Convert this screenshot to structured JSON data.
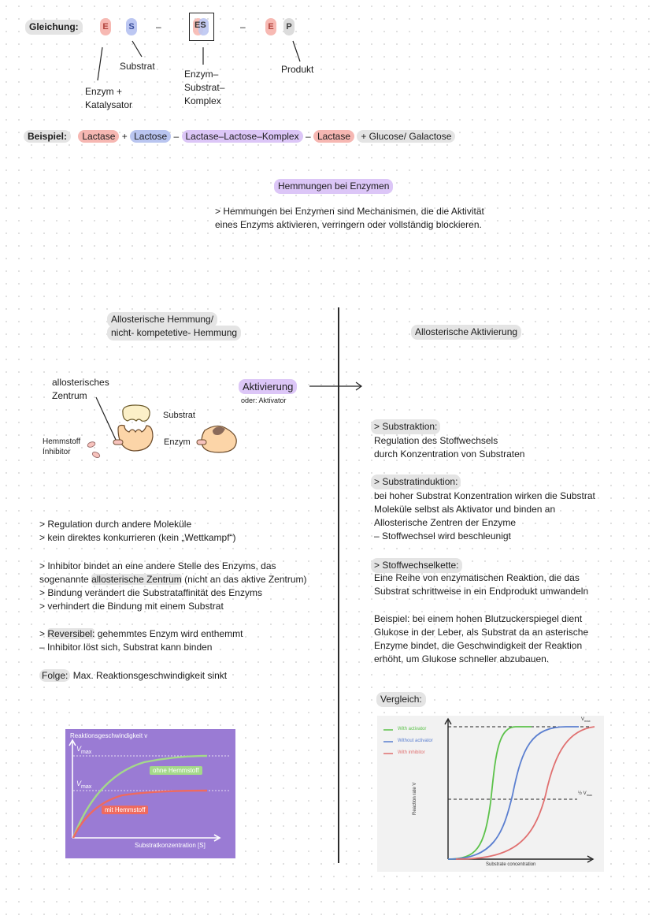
{
  "equation": {
    "label": "Gleichung:",
    "pills": [
      "E",
      "S",
      "ES",
      "E",
      "P"
    ],
    "dash": "–",
    "labels": {
      "substrat": "Substrat",
      "enzym": [
        "Enzym +",
        "Katalysator"
      ],
      "komplex": [
        "Enzym–",
        "Substrat–",
        "Komplex"
      ],
      "produkt": "Produkt"
    }
  },
  "beispiel": {
    "label": "Beispiel:",
    "lactase": "Lactase",
    "plus": "+",
    "lactose": "Lactose",
    "dash": "–",
    "komplex": "Lactase–Lactose–Komplex",
    "produkt": "+ Glucose/ Galactose"
  },
  "hemmungen": {
    "title": "Hemmungen bei Enzymen",
    "lines": [
      "> Hemmungen bei Enzymen sind Mechanismen, die die Aktivität",
      "eines Enzyms aktivieren, verringern oder vollständig blockieren."
    ]
  },
  "left": {
    "title": [
      "Allosterische Hemmung/",
      "nicht- kompetetive- Hemmung"
    ],
    "diagram": {
      "allosterisch": [
        "allosterisches",
        "Zentrum"
      ],
      "substrat": "Substrat",
      "enzym": "Enzym",
      "hemmstoff": [
        "Hemmstoff",
        "Inhibitor"
      ]
    },
    "aktivierung": "Aktivierung",
    "aktivierung_sub": "oder: Aktivator",
    "points1": [
      "> Regulation durch andere Moleküle",
      "> kein direktes konkurrieren (kein „Wettkampf“)"
    ],
    "points2_a": "> Inhibitor bindet an eine andere Stelle des Enzyms, das",
    "points2_b_pre": "sogenannte ",
    "points2_b_hl": "allosterische Zentrum",
    "points2_b_post": " (nicht an das aktive Zentrum)",
    "points2_rest": [
      "> Bindung verändert die Substrataffinität des Enzyms",
      "> verhindert die Bindung mit einem Substrat"
    ],
    "reversibel_pre": "> ",
    "reversibel_hl": "Reversibel:",
    "reversibel_post": " gehemmtes Enzym wird enthemmt",
    "reversibel_line2": "– Inhibitor löst sich, Substrat kann binden",
    "folge_hl": "Folge:",
    "folge_text": " Max. Reaktionsgeschwindigkeit sinkt"
  },
  "chart1": {
    "ylabel": "Reaktionsgeschwindigkeit v",
    "xlabel": "Substratkonzentration [S]",
    "vmax": "V",
    "vmax_sub": "max",
    "label_ohne": "ohne Hemmstoff",
    "label_mit": "mit Hemmstoff",
    "bg": "#9a7bd4",
    "color_ohne": "#a4d98a",
    "color_mit": "#ef6a5f"
  },
  "right": {
    "title": "Allosterische Aktivierung",
    "s1_title": "> Substraktion:",
    "s1_lines": [
      "Regulation des Stoffwechsels",
      "durch Konzentration von Substraten"
    ],
    "s2_title": "> Substratinduktion:",
    "s2_lines": [
      "bei hoher Substrat Konzentration wirken die Substrat",
      "Moleküle selbst als Aktivator und binden an",
      "Allosterische Zentren der Enzyme",
      "– Stoffwechsel wird beschleunigt"
    ],
    "s3_title": "> Stoffwechselkette:",
    "s3_lines": [
      "Eine Reihe von enzymatischen Reaktion, die das",
      "Substrat schrittweise in ein Endprodukt umwandeln"
    ],
    "beispiel_lines": [
      "Beispiel: bei einem hohen Blutzuckerspiegel dient",
      "Glukose in der Leber, als Substrat da an asterische",
      "Enzyme bindet, die Geschwindigkeit der Reaktion",
      "erhöht, um Glukose schneller abzubauen."
    ],
    "vergleich": "Vergleich:"
  },
  "chart2": {
    "type": "line",
    "legend": [
      "With activator",
      "Without activator",
      "With inhibitor"
    ],
    "colors": [
      "#5cc24a",
      "#5b7fd0",
      "#e07070"
    ],
    "ylabel": "Reaction rate V",
    "xlabel": "Substrate concentration",
    "vmax_label": "V",
    "vmax_sub": "max",
    "half_label": "½ V",
    "half_sub": "max"
  }
}
